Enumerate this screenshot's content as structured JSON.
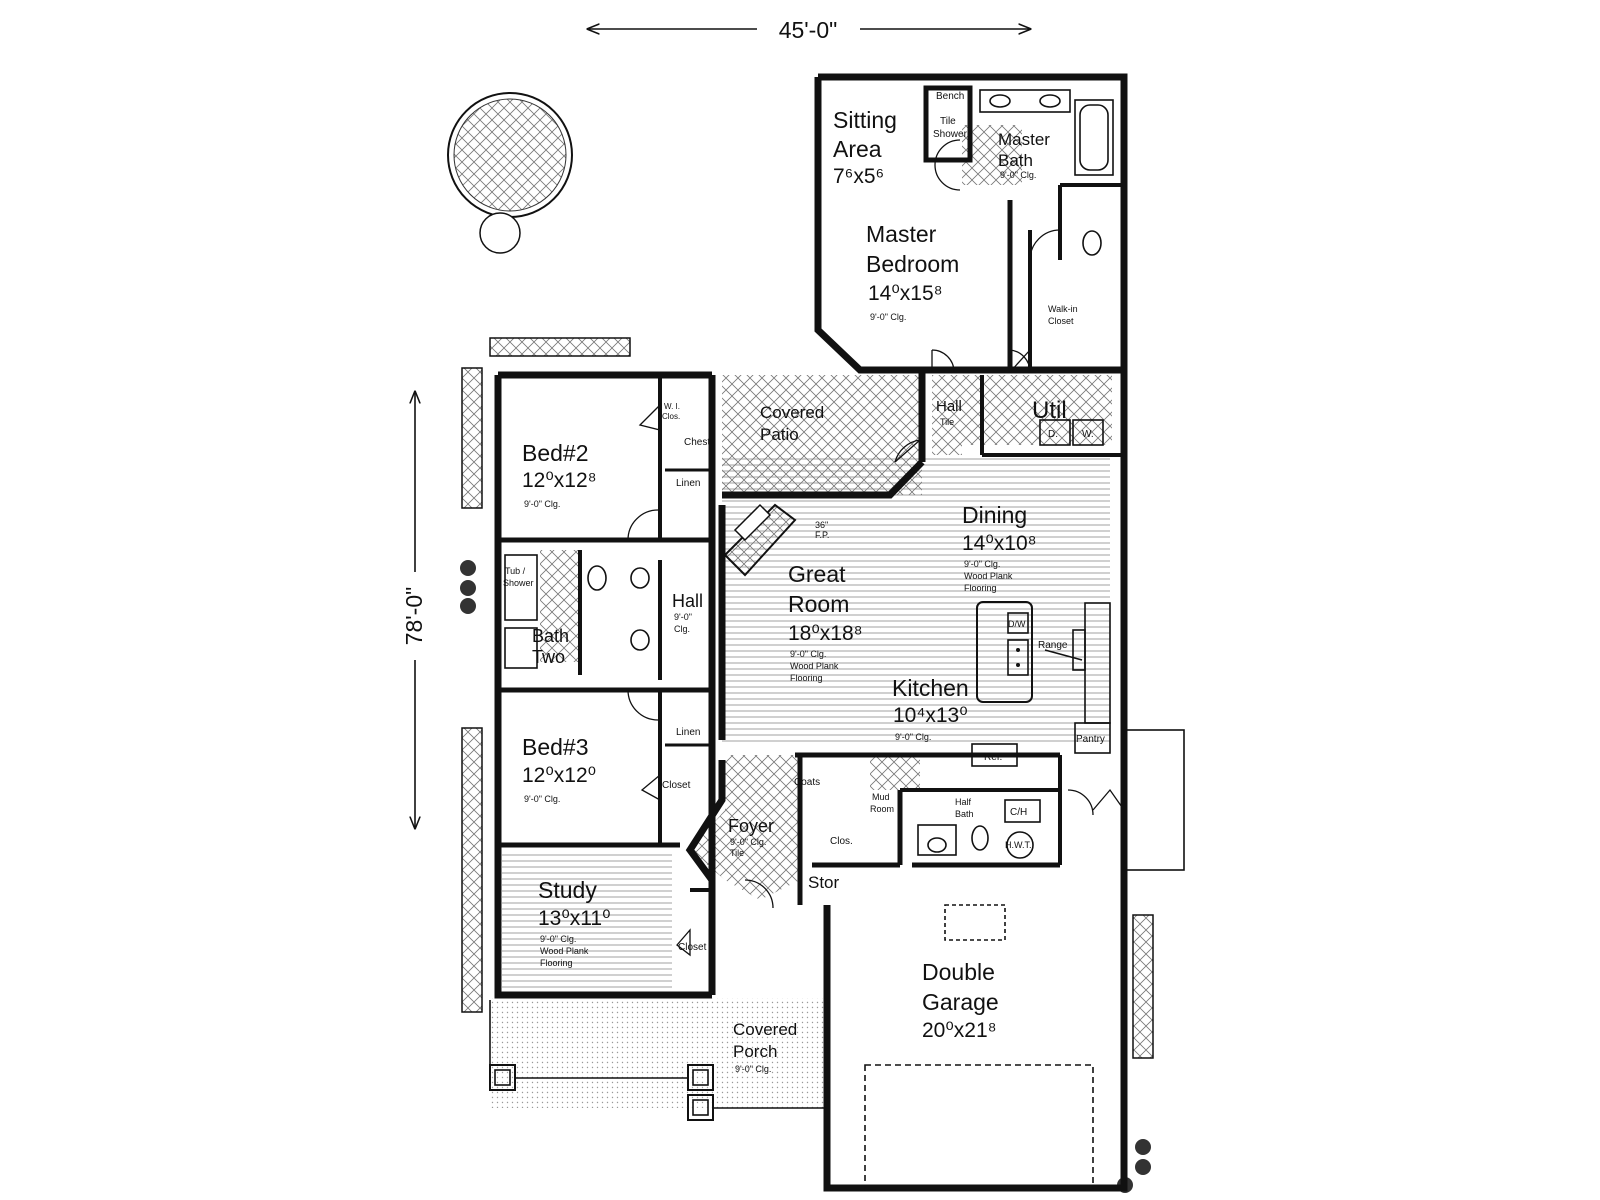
{
  "dimensions": {
    "width_label": "45'-0\"",
    "depth_label": "78'-0\""
  },
  "rooms": {
    "sitting_area": {
      "name_line1": "Sitting",
      "name_line2": "Area",
      "dims": "7⁶x5⁶"
    },
    "master_bath": {
      "name_line1": "Master",
      "name_line2": "Bath",
      "note": "9'-0\" Clg."
    },
    "master_bedroom": {
      "name_line1": "Master",
      "name_line2": "Bedroom",
      "dims": "14⁰x15⁸",
      "note": "9'-0\" Clg."
    },
    "walk_in_closet": {
      "name_line1": "Walk-in",
      "name_line2": "Closet"
    },
    "covered_patio": {
      "name_line1": "Covered",
      "name_line2": "Patio"
    },
    "hall_tile": {
      "name": "Hall",
      "note": "Tile"
    },
    "util": {
      "name": "Util"
    },
    "bed2": {
      "name": "Bed#2",
      "dims": "12⁰x12⁸",
      "note": "9'-0\" Clg."
    },
    "dining": {
      "name": "Dining",
      "dims": "14⁰x10⁸",
      "note1": "9'-0\" Clg.",
      "note2": "Wood Plank",
      "note3": "Flooring"
    },
    "great_room": {
      "name_line1": "Great",
      "name_line2": "Room",
      "dims": "18⁰x18⁸",
      "note1": "9'-0\" Clg.",
      "note2": "Wood Plank",
      "note3": "Flooring"
    },
    "hall": {
      "name": "Hall",
      "note1": "9'-0\"",
      "note2": "Clg."
    },
    "bath_two": {
      "name_line1": "Bath",
      "name_line2": "Two"
    },
    "kitchen": {
      "name": "Kitchen",
      "dims": "10⁴x13⁰",
      "note": "9'-0\" Clg."
    },
    "bed3": {
      "name": "Bed#3",
      "dims": "12⁰x12⁰",
      "note": "9'-0\" Clg."
    },
    "foyer": {
      "name": "Foyer",
      "note1": "9'-0\" Clg.",
      "note2": "Tile"
    },
    "study": {
      "name": "Study",
      "dims": "13⁰x11⁰",
      "note1": "9'-0\" Clg.",
      "note2": "Wood Plank",
      "note3": "Flooring"
    },
    "stor": {
      "name": "Stor"
    },
    "covered_porch": {
      "name_line1": "Covered",
      "name_line2": "Porch",
      "note": "9'-0\" Clg."
    },
    "double_garage": {
      "name_line1": "Double",
      "name_line2": "Garage",
      "dims": "20⁰x21⁸"
    }
  },
  "fixtures": {
    "bench": "Bench",
    "tile_shower_1": "Tile",
    "tile_shower_2": "Shower",
    "wi_clos_1": "W. I.",
    "wi_clos_2": "Clos.",
    "chest": "Chest",
    "linen_upper": "Linen",
    "linen_lower": "Linen",
    "fireplace_1": "36\"",
    "fireplace_2": "F.P.",
    "tub_shower_1": "Tub /",
    "tub_shower_2": "Shower",
    "dryer": "D.",
    "washer": "W.",
    "dishwasher": "D/W",
    "range": "Range",
    "pantry": "Pantry",
    "refrigerator": "Ref.",
    "closet_bed3": "Closet",
    "closet_study": "Closet",
    "coats": "Coats",
    "clos": "Clos.",
    "mud_room_1": "Mud",
    "mud_room_2": "Room",
    "half_bath_1": "Half",
    "half_bath_2": "Bath",
    "ch": "C/H",
    "hwt": "H.W.T."
  }
}
